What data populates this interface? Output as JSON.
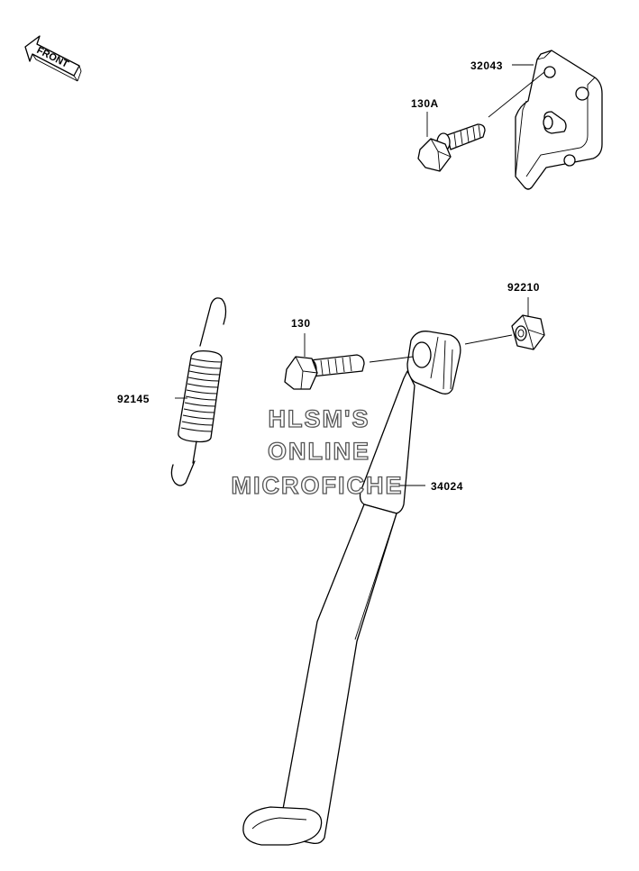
{
  "diagram": {
    "front_arrow": {
      "label": "FRONT"
    },
    "labels": {
      "bracket": "32043",
      "bracket_bolt": "130A",
      "nut": "92210",
      "pivot_bolt": "130",
      "spring": "92145",
      "stand": "34024"
    },
    "watermark": {
      "line1": "HLSM'S",
      "line2": "ONLINE",
      "line3": "MICROFICHE"
    }
  }
}
